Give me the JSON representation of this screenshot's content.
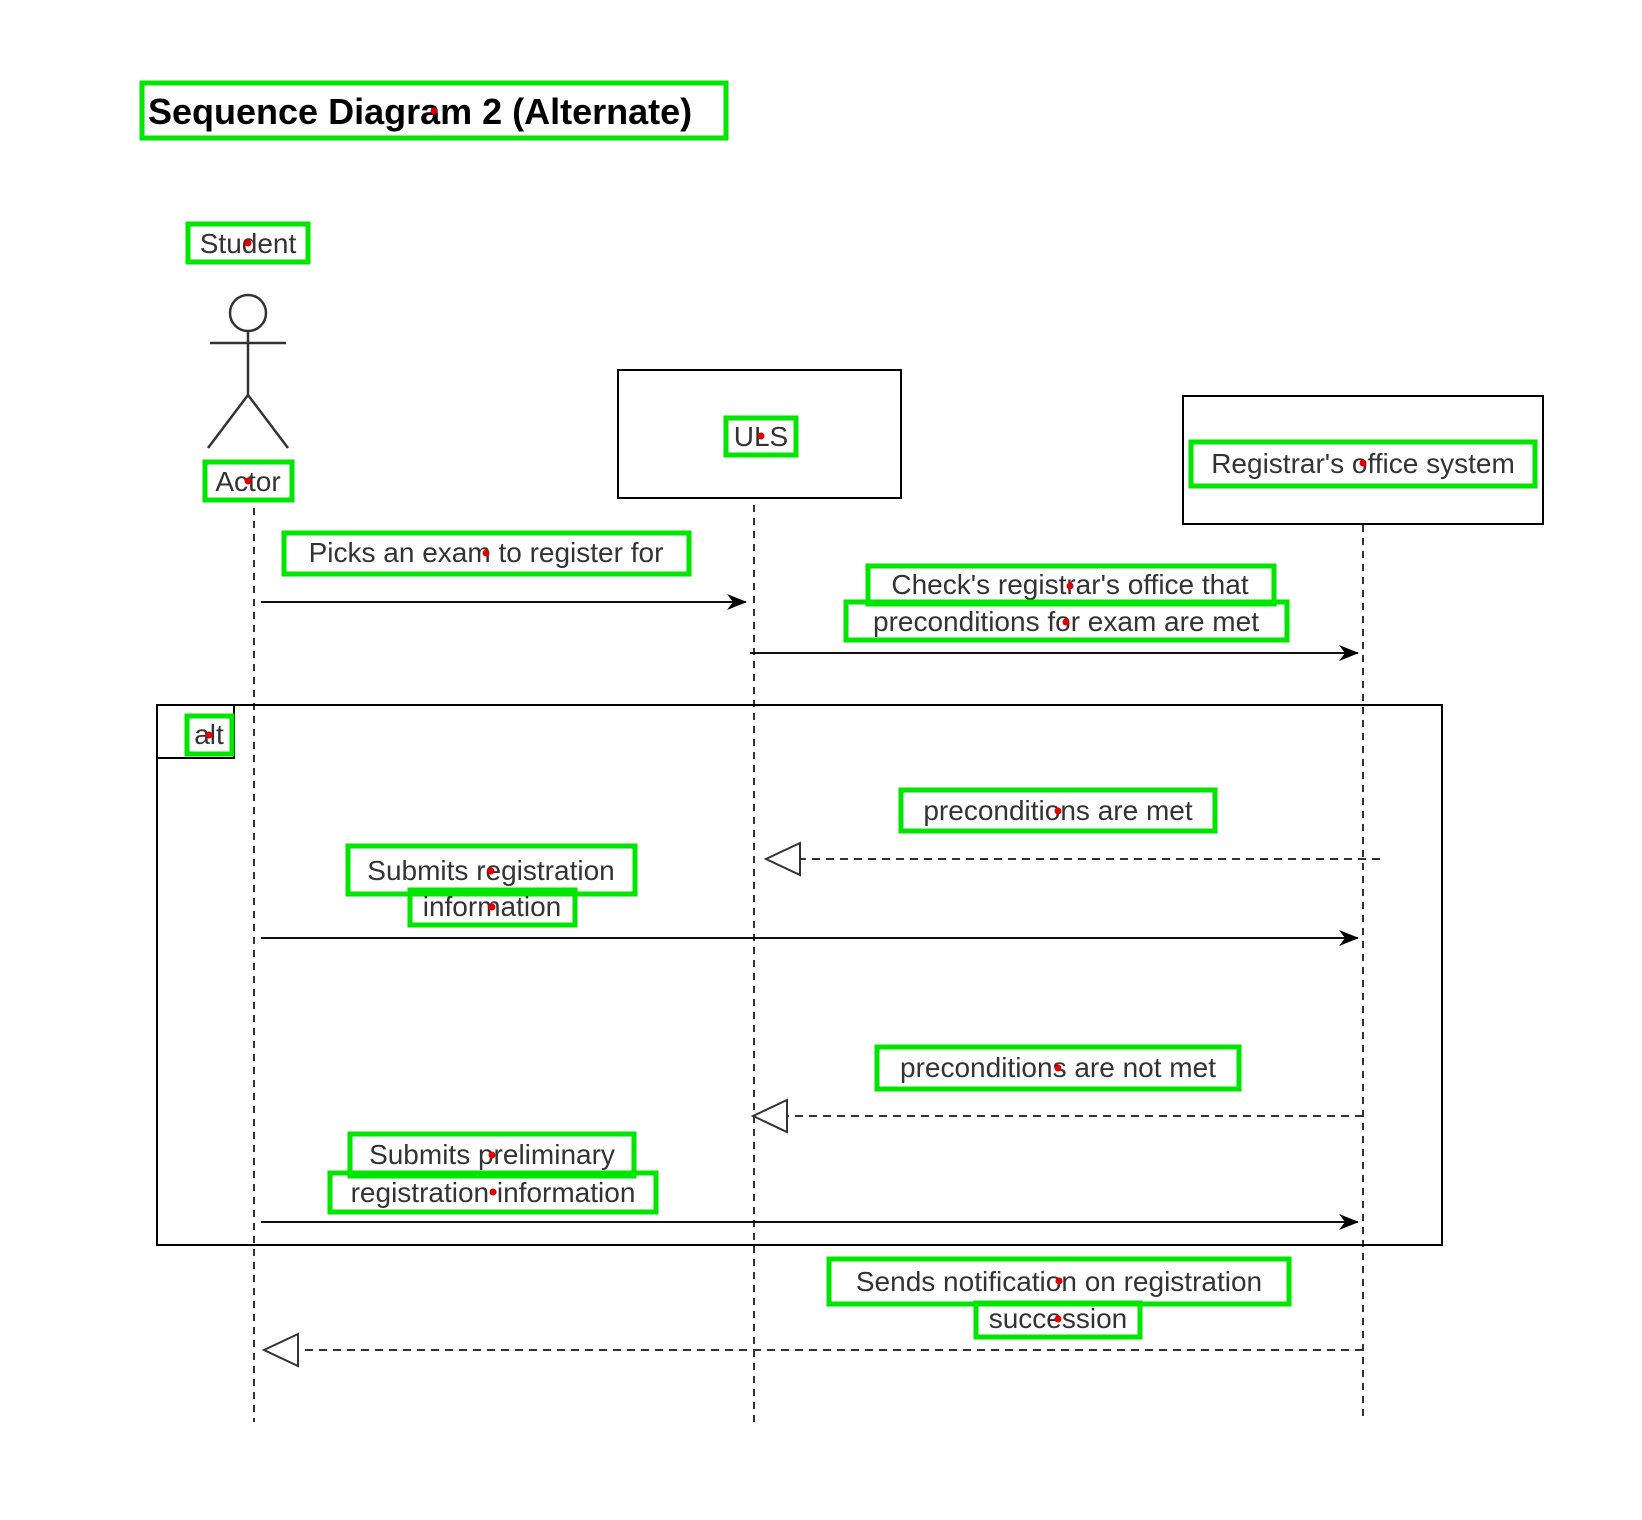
{
  "title": "Sequence Diagram 2 (Alternate)",
  "participants": {
    "student": {
      "name": "Student",
      "type_label": "Actor"
    },
    "uls": {
      "name": "ULS"
    },
    "registrar": {
      "name": "Registrar's office system"
    }
  },
  "fragment": {
    "operator": "alt"
  },
  "messages": {
    "m1": {
      "lines": [
        "Picks an exam to register for"
      ],
      "kind": "synchronous"
    },
    "m2": {
      "lines": [
        "Check's registrar's office that",
        "preconditions for exam are met"
      ],
      "kind": "synchronous"
    },
    "m3": {
      "lines": [
        "preconditions are met"
      ],
      "kind": "return"
    },
    "m4": {
      "lines": [
        "Submits registration",
        "information"
      ],
      "kind": "synchronous"
    },
    "m5": {
      "lines": [
        "preconditions are not met"
      ],
      "kind": "return"
    },
    "m6": {
      "lines": [
        "Submits preliminary",
        "registration information"
      ],
      "kind": "synchronous"
    },
    "m7": {
      "lines": [
        "Sends notification on registration",
        "succession"
      ],
      "kind": "return"
    }
  },
  "colors": {
    "annotation_box": "#00e600",
    "annotation_dot": "#e00000",
    "line": "#333333"
  }
}
